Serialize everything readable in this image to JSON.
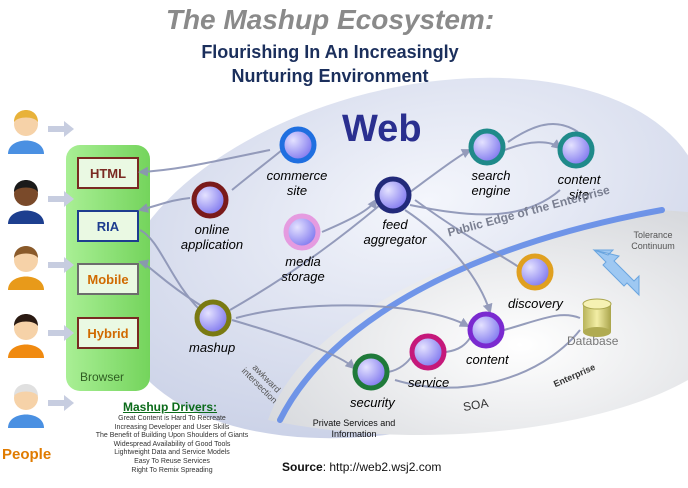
{
  "title": "The Mashup Ecosystem:",
  "subtitle_line1": "Flourishing In An Increasingly",
  "subtitle_line2": "Nurturing Environment",
  "web_label": "Web",
  "browser": {
    "label": "Browser",
    "boxes": [
      "HTML",
      "RIA",
      "Mobile",
      "Hybrid"
    ]
  },
  "people_label": "People",
  "nodes": {
    "commerce": [
      "commerce",
      "site"
    ],
    "online": [
      "online",
      "application"
    ],
    "media": [
      "media",
      "storage"
    ],
    "feed": [
      "feed",
      "aggregator"
    ],
    "search": [
      "search",
      "engine"
    ],
    "content_site": [
      "content",
      "site"
    ],
    "discovery": "discovery",
    "mashup": "mashup",
    "security": "security",
    "service": "service",
    "content": "content"
  },
  "public_edge": "Public Edge of the Enterprise",
  "tolerance": [
    "Tolerance",
    "Continuum"
  ],
  "database": "Database",
  "enterprise": "Enterprise",
  "soa": "SOA",
  "awkward": [
    "awkward",
    "intersection"
  ],
  "private": [
    "Private Services and",
    "Information"
  ],
  "drivers": {
    "title": "Mashup Drivers:",
    "items": [
      "Great Content is Hard To Recreate",
      "Increasing Developer and User Skills",
      "The Benefit of Building Upon Shoulders of Giants",
      "Widespread Availability of Good Tools",
      "Lightweight Data and Service Models",
      "Easy To Reuse Services",
      "Right To Remix Spreading"
    ]
  },
  "source": {
    "label": "Source",
    "url": ": http://web2.wsj2.com"
  },
  "colors": {
    "browser_green": "#8ee57a",
    "web_blue": "#2a2f8f",
    "edge_blue": "#5b86e8"
  }
}
